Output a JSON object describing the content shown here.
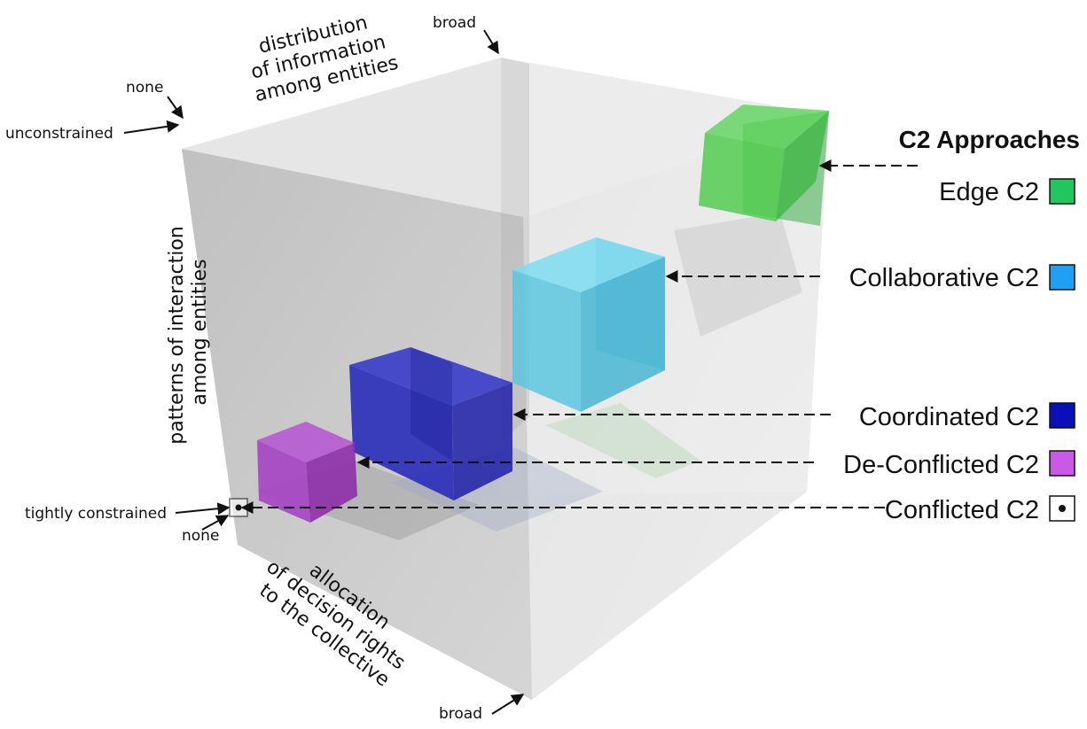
{
  "legend": {
    "title": "C2 Approaches",
    "items": [
      {
        "label": "Edge C2",
        "color": "#22c55e",
        "marker": "swatch"
      },
      {
        "label": "Collaborative C2",
        "color": "#1fa0f2",
        "marker": "swatch"
      },
      {
        "label": "Coordinated C2",
        "color": "#0a10b8",
        "marker": "swatch"
      },
      {
        "label": "De-Conflicted C2",
        "color": "#c85ae6",
        "marker": "swatch"
      },
      {
        "label": "Conflicted C2",
        "color": "#ffffff",
        "marker": "dot"
      }
    ]
  },
  "axes": {
    "information": {
      "title_lines": [
        "distribution",
        "of information",
        "among entities"
      ],
      "low_label": "none",
      "high_label": "broad"
    },
    "interaction": {
      "title_lines": [
        "patterns of interaction",
        "among entities"
      ],
      "low_label": "tightly constrained",
      "high_label": "unconstrained"
    },
    "decision_rights": {
      "title_lines": [
        "allocation",
        "of decision rights",
        "to the collective"
      ],
      "low_label": "none",
      "high_label": "broad"
    }
  }
}
